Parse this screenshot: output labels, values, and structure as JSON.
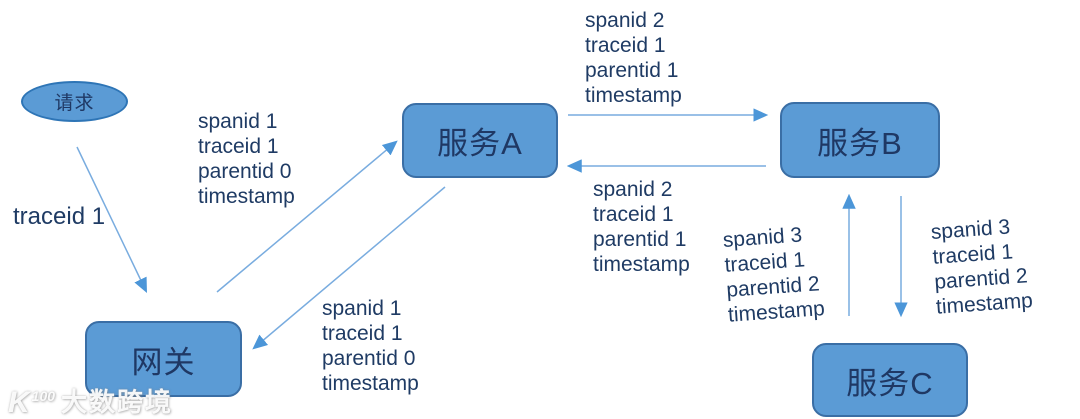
{
  "nodes": {
    "request": {
      "label": "请求"
    },
    "gateway": {
      "label": "网关"
    },
    "serviceA": {
      "label": "服务A"
    },
    "serviceB": {
      "label": "服务B"
    },
    "serviceC": {
      "label": "服务C"
    }
  },
  "labels": {
    "request_to_gateway": "traceid 1",
    "gateway_to_a": [
      "spanid 1",
      "traceid 1",
      "parentid 0",
      "timestamp"
    ],
    "a_to_gateway": [
      "spanid 1",
      "traceid 1",
      "parentid 0",
      "timestamp"
    ],
    "a_to_b": [
      "spanid 2",
      "traceid 1",
      "parentid 1",
      "timestamp"
    ],
    "b_to_a": [
      "spanid 2",
      "traceid 1",
      "parentid 1",
      "timestamp"
    ],
    "c_to_b": [
      "spanid 3",
      "traceid 1",
      "parentid 2",
      "timestamp"
    ],
    "b_to_c": [
      "spanid 3",
      "traceid 1",
      "parentid 2",
      "timestamp"
    ]
  },
  "watermark": {
    "logo_k": "K",
    "logo_sup": "100",
    "text": "大数跨境"
  },
  "colors": {
    "node_fill": "#5B9BD5",
    "node_border": "#3A6EA5",
    "node_text": "#1F3864",
    "label_text": "#1F3B64",
    "arrow": "#79ACDF",
    "arrowhead": "#4C96D8",
    "bg": "#FFFFFF"
  }
}
